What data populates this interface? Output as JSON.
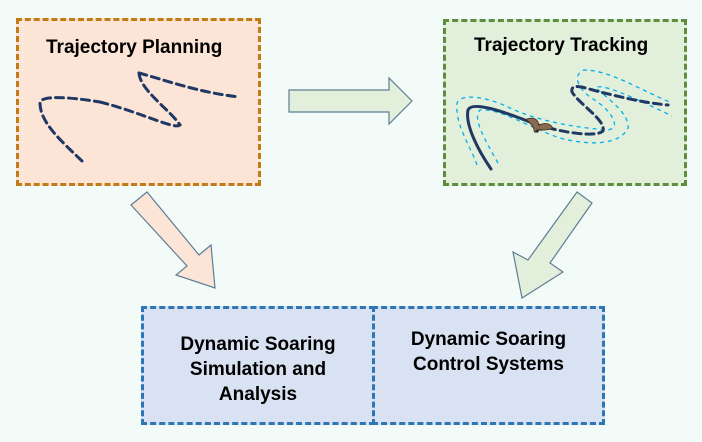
{
  "planning": {
    "title": "Trajectory Planning",
    "colors": {
      "fill": "#fce4d6",
      "border": "#c07a16",
      "path": "#203864"
    }
  },
  "tracking": {
    "title": "Trajectory Tracking",
    "colors": {
      "fill": "#e2efda",
      "border": "#5f8d3f",
      "path": "#203864",
      "bounds": "#00b0f0"
    }
  },
  "outputs": {
    "simulation": {
      "lines": [
        "Dynamic Soaring",
        "Simulation and",
        "Analysis"
      ]
    },
    "control": {
      "lines": [
        "Dynamic Soaring",
        "Control Systems"
      ]
    },
    "colors": {
      "fill": "#d9e2f3",
      "border": "#2e75b6"
    }
  },
  "arrows": {
    "planning_to_tracking": {
      "fill": "#e2efda",
      "stroke": "#5f7d96"
    },
    "planning_to_simulation": {
      "fill": "#fce4d6",
      "stroke": "#5f7d96"
    },
    "tracking_to_control": {
      "fill": "#e2efda",
      "stroke": "#5f7d96"
    }
  },
  "icons": {
    "glider": "soaring-bird-icon"
  }
}
